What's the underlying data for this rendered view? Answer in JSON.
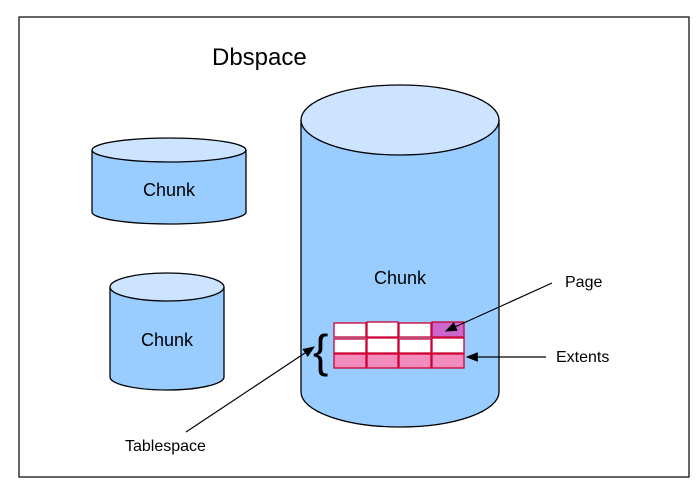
{
  "diagram": {
    "title": "Dbspace",
    "chunks": [
      {
        "label": "Chunk"
      },
      {
        "label": "Chunk"
      },
      {
        "label": "Chunk"
      }
    ],
    "callouts": {
      "page": "Page",
      "extents": "Extents",
      "tablespace": "Tablespace"
    }
  },
  "colors": {
    "cylinder_body": "#99ccff",
    "cylinder_top": "#cce4ff",
    "page_border": "#cc0033",
    "page_fill": "#ffffff",
    "extent_fill": "#f28cbd",
    "highlight_page": "#cc66cc",
    "frame": "#000000"
  }
}
